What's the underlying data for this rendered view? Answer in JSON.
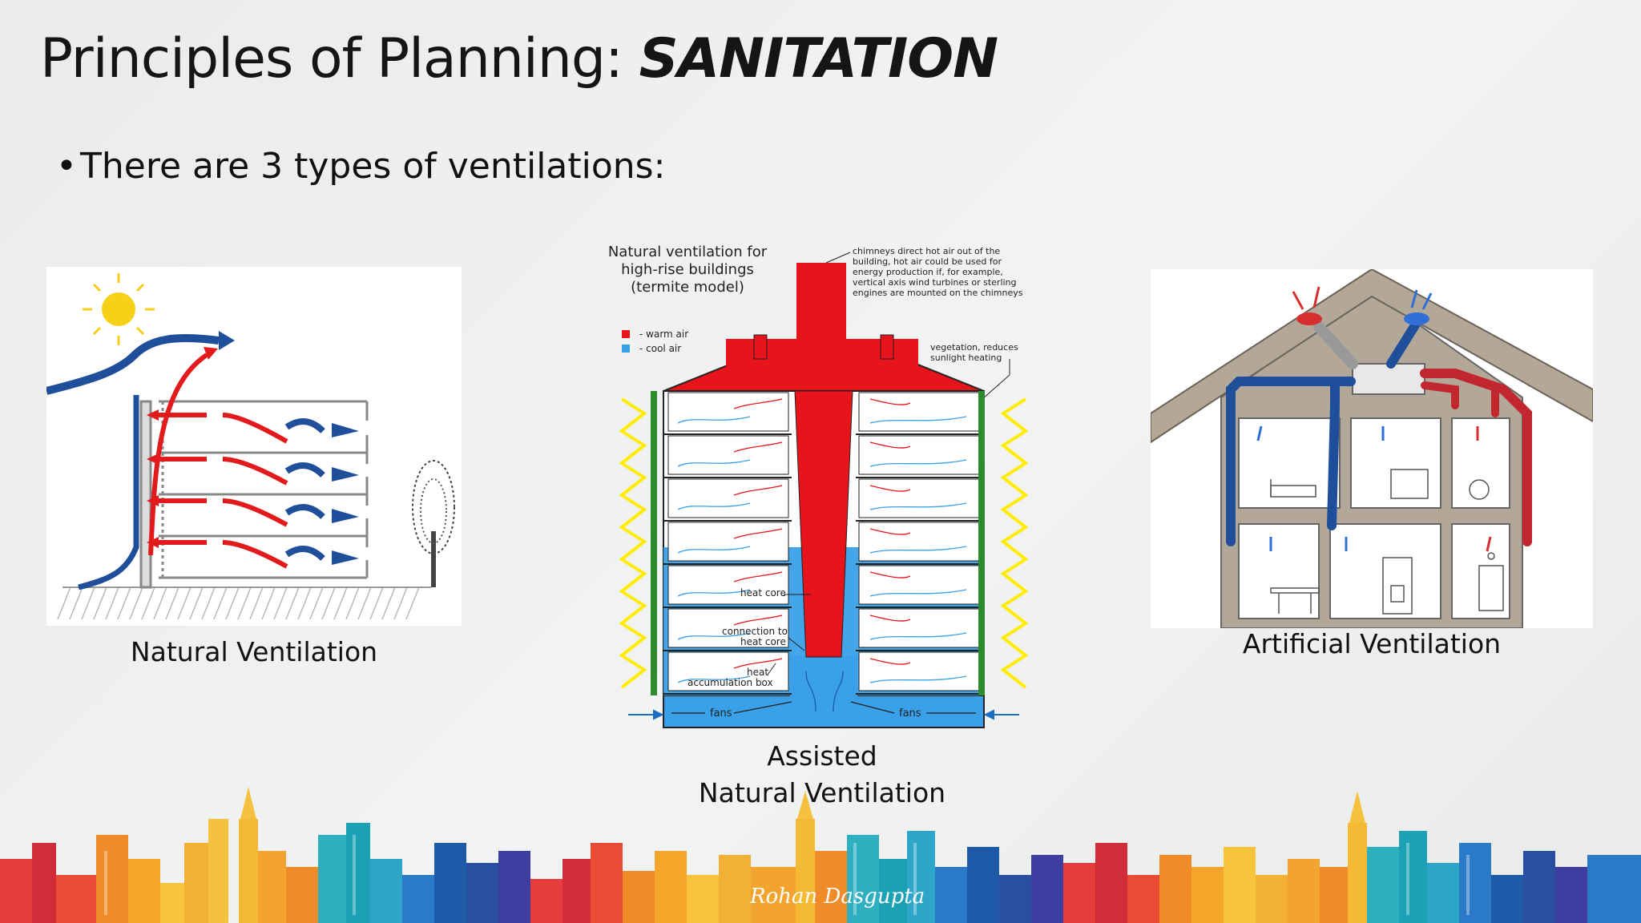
{
  "slide": {
    "title_main": "Principles of Planning: ",
    "title_emphasis": "SANITATION",
    "bullet": "There are 3 types of ventilations:",
    "signature": "Rohan Dasgupta"
  },
  "captions": {
    "natural": "Natural Ventilation",
    "assisted_line1": "Assisted",
    "assisted_line2": "Natural Ventilation",
    "artificial": "Artificial Ventilation"
  },
  "assisted_diagram": {
    "title_lines": [
      "Natural ventilation for",
      "high-rise buildings",
      "(termite model)"
    ],
    "legend": [
      {
        "label": "- warm air",
        "color": "#e8141c"
      },
      {
        "label": "- cool air",
        "color": "#3aa0e8"
      }
    ],
    "chimney_note_lines": [
      "chimneys direct hot air out of the",
      "building, hot air could be used for",
      "energy production if, for example,",
      "vertical axis wind turbines or sterling",
      "engines are mounted on the chimneys"
    ],
    "vegetation_note_lines": [
      "vegetation, reduces",
      "sunlight heating"
    ],
    "heat_core_label": "heat core",
    "connection_lines": [
      "connection to",
      "heat core"
    ],
    "accumulation_lines": [
      "heat",
      "accumulation box"
    ],
    "fans_left": "fans",
    "fans_right": "fans"
  },
  "colors": {
    "warm": "#e31a1c",
    "cool": "#2e86de",
    "dark_blue": "#1f4e9a",
    "sun": "#f7d117",
    "roof": "#b3a898"
  }
}
